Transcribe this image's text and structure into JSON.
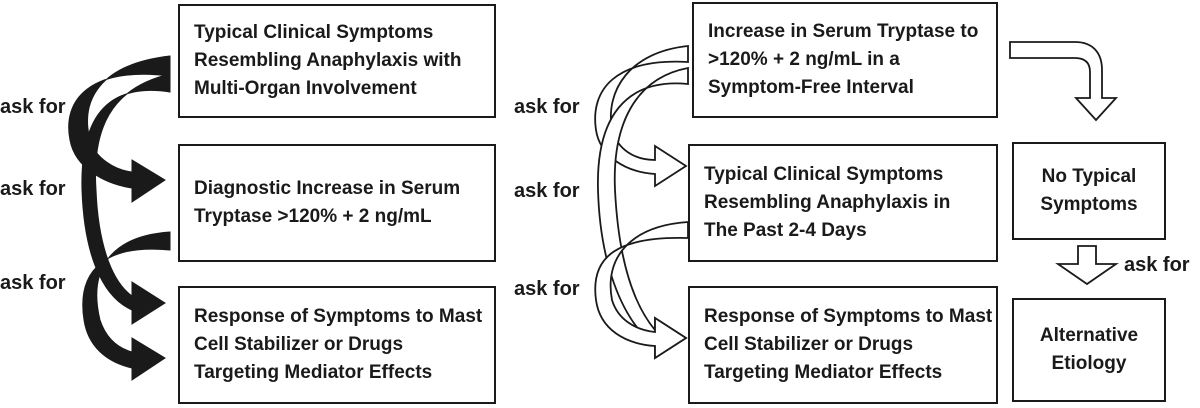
{
  "left_panel": {
    "box1": "Typical Clinical Symptoms Resembling Anaphylaxis with Multi-Organ Involvement",
    "box2": "Diagnostic Increase in Serum Tryptase >120% + 2 ng/mL",
    "box3": "Response of Symptoms to Mast Cell Stabilizer or Drugs Targeting Mediator Effects",
    "ask_label_1": "ask for",
    "ask_label_2": "ask for",
    "ask_label_3": "ask for"
  },
  "middle_panel": {
    "box1": "Increase in Serum Tryptase to >120% + 2 ng/mL in a Symptom-Free Interval",
    "box2": "Typical Clinical Symptoms Resembling Anaphylaxis in The Past 2-4 Days",
    "box3": "Response of Symptoms to Mast Cell Stabilizer or Drugs Targeting Mediator Effects",
    "ask_label_1": "ask for",
    "ask_label_2": "ask for",
    "ask_label_3": "ask for"
  },
  "right_panel": {
    "box1": "No Typical Symptoms",
    "box2": "Alternative Etiology",
    "ask_label": "ask for"
  },
  "colors": {
    "stroke": "#1a1a1a",
    "filled_arrow": "#1a1a1a",
    "hollow_arrow": "#ffffff"
  }
}
